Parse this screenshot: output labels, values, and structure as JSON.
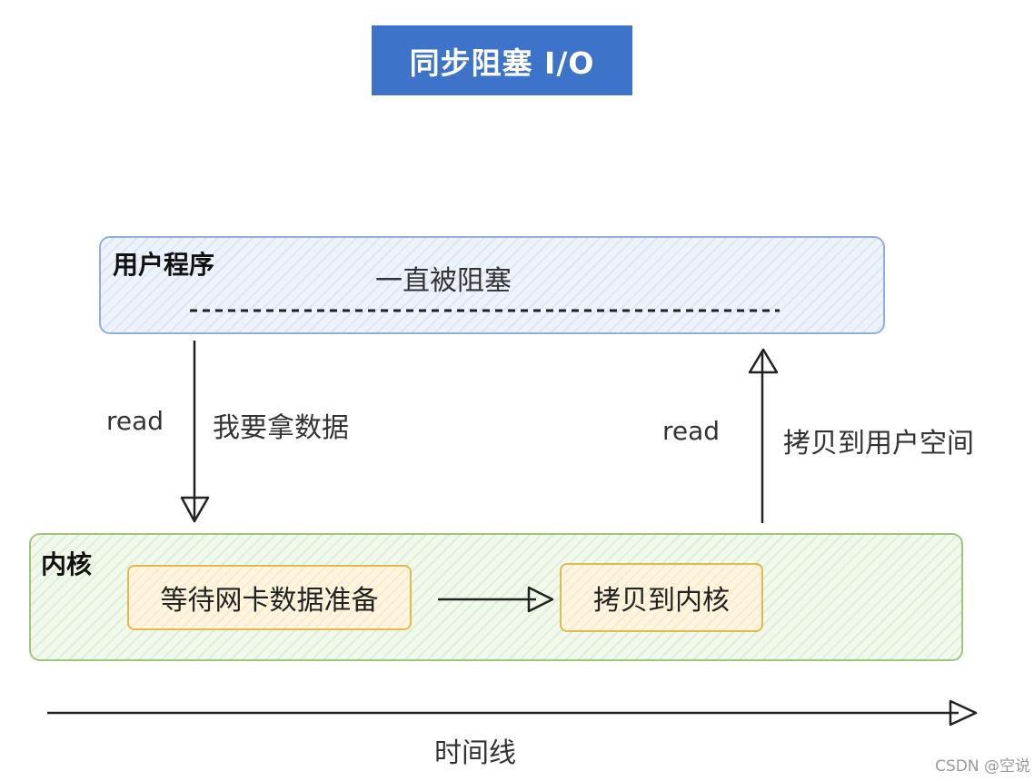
{
  "title": "同步阻塞 I/O",
  "user_program": {
    "label": "用户程序",
    "status": "一直被阻塞"
  },
  "left_arrow": {
    "call": "read",
    "description": "我要拿数据"
  },
  "right_arrow": {
    "call": "read",
    "description": "拷贝到用户空间"
  },
  "kernel": {
    "label": "内核",
    "step1": "等待网卡数据准备",
    "step2": "拷贝到内核"
  },
  "timeline": "时间线",
  "watermark": "CSDN @空说",
  "colors": {
    "title_bg": "#3d73c8",
    "user_border": "#8fb0dd",
    "kernel_border": "#9cc87c",
    "step_border": "#e1b94e"
  }
}
